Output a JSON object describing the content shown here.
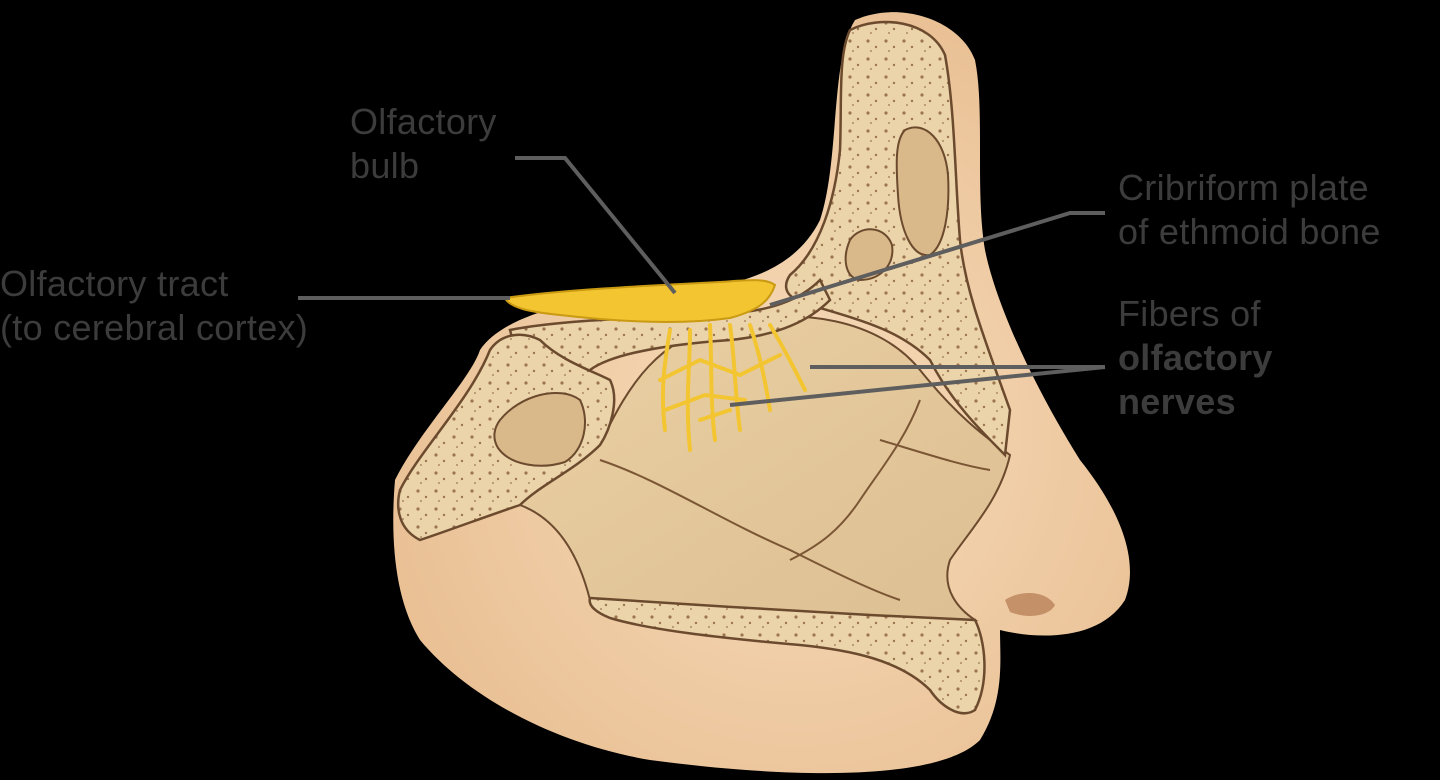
{
  "colors": {
    "background": "#000000",
    "label_text": "#3c3c3c",
    "leader_line": "#5e5e5e",
    "skin": "#f1cfa9",
    "bone": "#ead2a8",
    "bone_outline": "#6b4a2e",
    "cavity": "#e4c89c",
    "nerve": "#f2c531"
  },
  "labels": {
    "olfactory_bulb": {
      "line1": "Olfactory",
      "line2": "bulb"
    },
    "olfactory_tract": {
      "line1": "Olfactory tract",
      "line2": "(to cerebral cortex)"
    },
    "cribriform_plate": {
      "line1": "Cribriform plate",
      "line2": "of ethmoid bone"
    },
    "olfactory_nerves": {
      "line1": "Fibers of",
      "line2": "olfactory",
      "line3": "nerves"
    }
  }
}
